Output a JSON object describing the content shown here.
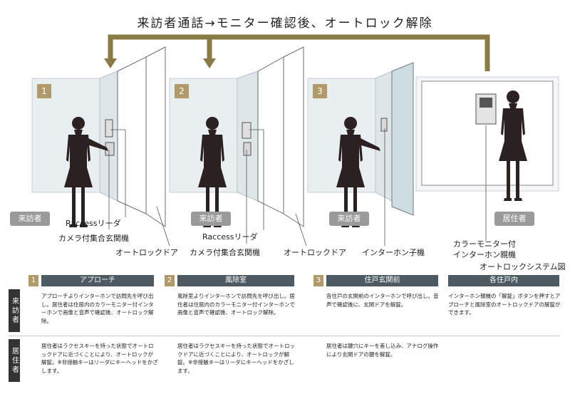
{
  "title": "来訪者通話→モニター確認後、オートロック解除",
  "scenes": [
    {
      "num": "1",
      "role": "来訪者"
    },
    {
      "num": "2",
      "role": "来訪者"
    },
    {
      "num": "3",
      "role": "来訪者"
    },
    {
      "role": "居住者"
    }
  ],
  "callouts": {
    "raccess_1": "Raccessリーダ",
    "camera_1": "カメラ付集合玄関機",
    "autolock_1": "オートロックドア",
    "raccess_2": "Raccessリーダ",
    "camera_2": "カメラ付集合玄関機",
    "autolock_2": "オートロックドア",
    "intercom_sub": "インターホン子機",
    "monitor_line1": "カラーモニター付",
    "monitor_line2": "インターホン親機"
  },
  "system_caption": "オートロックシステム図",
  "table": {
    "headers": [
      {
        "num": "1",
        "label": "アプローチ"
      },
      {
        "num": "2",
        "label": "風除室"
      },
      {
        "num": "3",
        "label": "住戸玄関前"
      },
      {
        "num": "",
        "label": "各住戸内"
      }
    ],
    "row_labels": {
      "visitor": "来訪者",
      "resident": "居住者"
    },
    "visitor": [
      "アプローチよりインターホンで訪問先を呼び出し。居住者は住居内のカラーモニター付インターホンで画像と音声で確認後、オートロック解除。",
      "風除室よりインターホンで訪問先を呼び出し。居住者は住居内のカラーモニター付インターホンで画像と音声で確認後、オートロック解除。",
      "各住戸の玄関前のインターホンで呼び出し。音声で確認後に、玄関ドアを解錠。",
      "インターホン親機の「解錠」ボタンを押すとアプローチと風除室のオートロックドアの解錠ができます。"
    ],
    "resident": [
      "居住者はラクセスキーを持った状態でオートロックドアに近づくことにより、オートロックが解錠。※非接触キーはリーダにキーヘッドをかざします。",
      "居住者はラクセスキーを持った状態でオートロックドアに近づくことにより、オートロックが解錠。※非接触キーはリーダにキーヘッドをかざします。",
      "居住者は鍵穴にキーを差し込み、アナログ操作により玄関ドアの鍵を解錠。",
      ""
    ]
  },
  "colors": {
    "gold": "#b09a6a",
    "header": "#4d5a62",
    "figure": "#2b2120",
    "wall": "#e9eef0"
  }
}
